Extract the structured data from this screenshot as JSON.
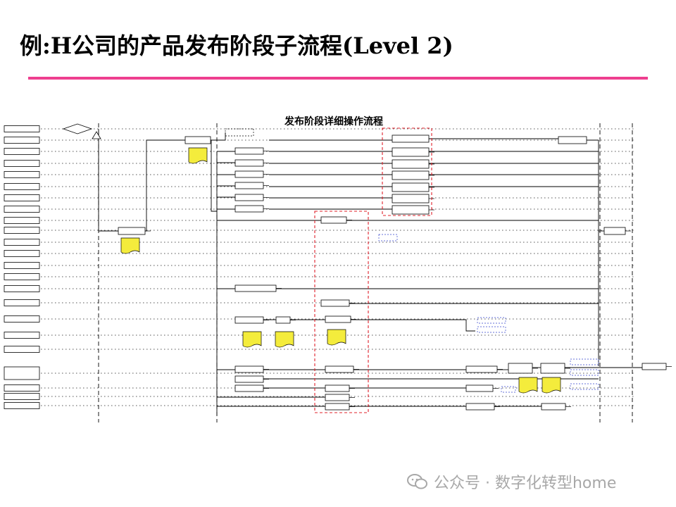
{
  "slide": {
    "title": "例:H公司的产品发布阶段子流程(Level 2)"
  },
  "diagram": {
    "title": "发布阶段详细操作流程",
    "rows": 25
  },
  "watermark": {
    "text": "公众号 · 数字化转型home"
  },
  "colors": {
    "title_rule": "#ee3f8f",
    "highlight_border": "#e0202a",
    "note_fill": "#f4ec3c",
    "box_fill": "#ffffff",
    "line": "#000000",
    "dotted": "#555555",
    "dashed_blue": "#3344cc",
    "watermark": "#a8a8a8"
  }
}
